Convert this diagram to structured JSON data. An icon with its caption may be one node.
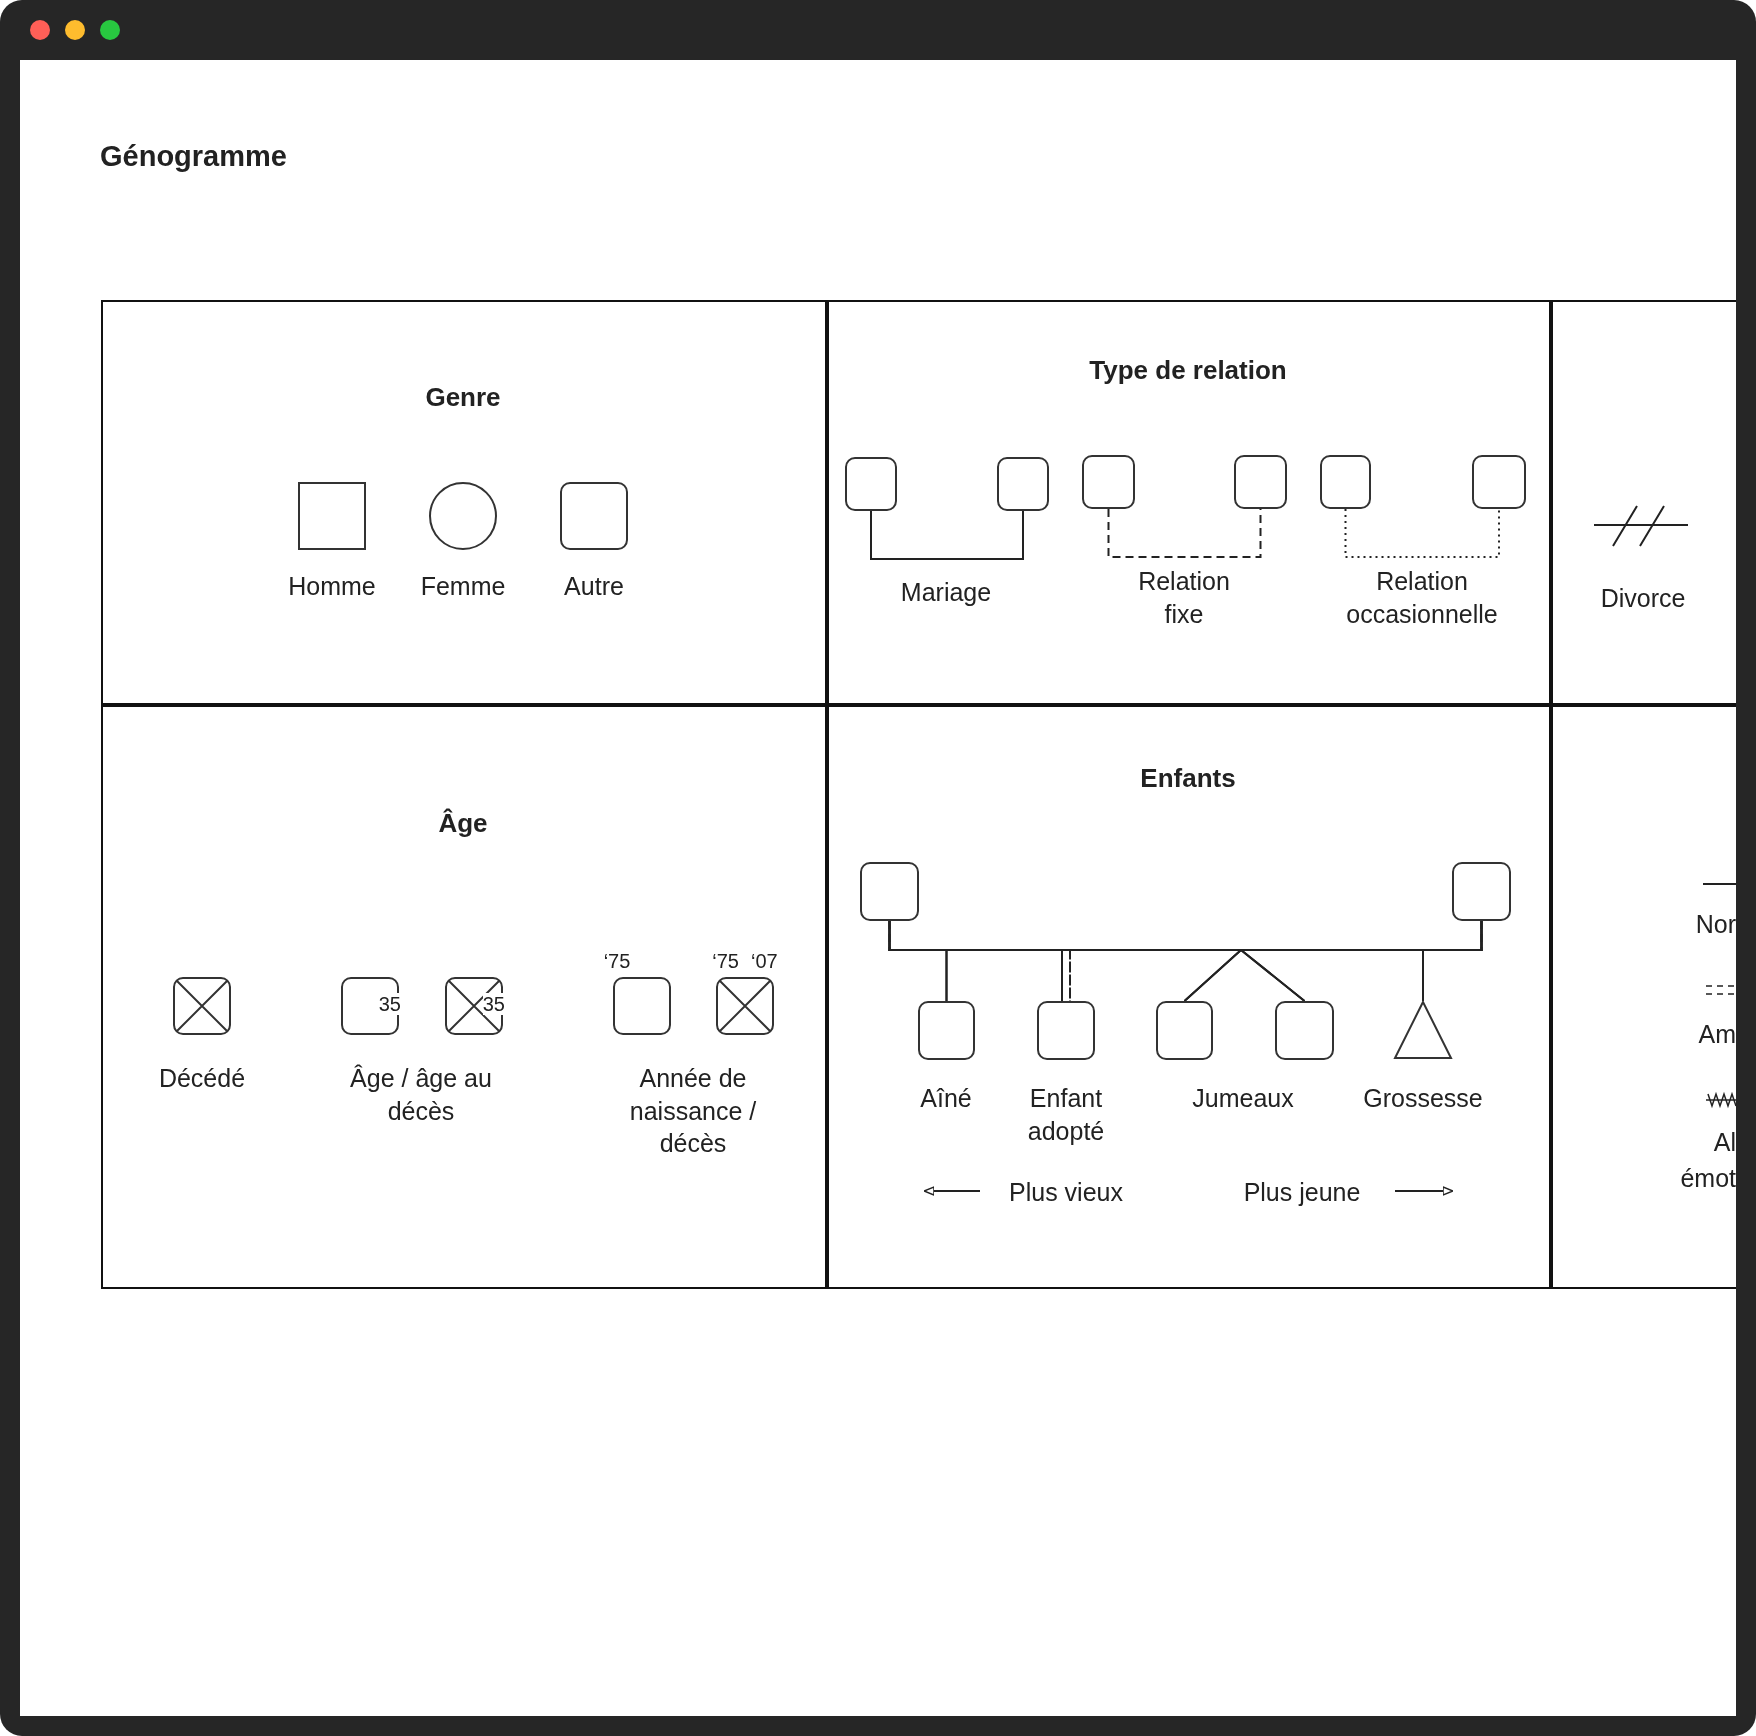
{
  "diagram": {
    "title": "Génogramme",
    "nodes": [
      {
        "text": [
          "Genre"
        ]
      },
      {
        "text": [],
        "shape": "box",
        "in": 0,
        "beside": [
          "Homme"
        ]
      },
      {
        "text": [],
        "shape": "circle",
        "in": 0,
        "beside": [
          "Femme"
        ]
      },
      {
        "text": [],
        "shape": "box",
        "in": 0,
        "beside": [
          "Autre"
        ]
      },
      {
        "text": [
          "Type de relation"
        ]
      },
      {
        "text": [],
        "shape": "box",
        "in": 4
      },
      {
        "text": [],
        "shape": "box",
        "in": 4
      },
      {
        "text": [],
        "shape": "box",
        "in": 4
      },
      {
        "text": [],
        "shape": "box",
        "in": 4
      },
      {
        "text": [],
        "shape": "box",
        "in": 4
      },
      {
        "text": [],
        "shape": "box",
        "in": 4
      },
      {
        "text": [
          "Âge"
        ]
      },
      {
        "text": [],
        "shape": "box",
        "in": 11,
        "beside": [
          "Décédé"
        ]
      },
      {
        "text": [
          "35"
        ],
        "in": 11
      },
      {
        "text": [
          "35"
        ],
        "in": 11
      },
      {
        "text": [],
        "shape": "box",
        "in": 11,
        "beside": [
          "‘75"
        ]
      },
      {
        "text": [],
        "shape": "box",
        "in": 11,
        "beside": [
          "‘75",
          "‘07"
        ]
      },
      {
        "text": [
          "Enfants"
        ]
      },
      {
        "text": [],
        "shape": "box",
        "in": 17
      },
      {
        "text": [],
        "shape": "box",
        "in": 17
      },
      {
        "text": [],
        "shape": "box",
        "in": 17,
        "beside": [
          "Aîné"
        ]
      },
      {
        "text": [],
        "shape": "box",
        "in": 17,
        "beside": [
          "Enfant adopté"
        ]
      },
      {
        "text": [],
        "shape": "box",
        "in": 17
      },
      {
        "text": [],
        "shape": "box",
        "in": 17
      },
      {
        "text": [],
        "shape": "triangle",
        "in": 17,
        "beside": [
          "Grossesse"
        ]
      }
    ],
    "edges": [
      {
        "from": 5,
        "to": 6,
        "arrow": "none"
      },
      {
        "from": 7,
        "to": 8,
        "arrow": "none",
        "style": "dashed"
      },
      {
        "from": 9,
        "to": 10,
        "arrow": "none",
        "style": "dashed"
      },
      {
        "from": 18,
        "to": 20,
        "arrow": "none"
      },
      {
        "from": 18,
        "to": 21,
        "arrow": "none",
        "style": "dashed"
      },
      {
        "from": 18,
        "to": 22,
        "arrow": "none"
      },
      {
        "from": 18,
        "to": 23,
        "arrow": "none"
      },
      {
        "from": 18,
        "to": 24,
        "arrow": "none"
      },
      {
        "from": 19,
        "to": 20,
        "arrow": "none"
      },
      {
        "from": 19,
        "to": 21,
        "arrow": "none",
        "style": "dashed"
      },
      {
        "from": 19,
        "to": 22,
        "arrow": "none"
      },
      {
        "from": 19,
        "to": 23,
        "arrow": "none"
      },
      {
        "from": 19,
        "to": 24,
        "arrow": "none"
      }
    ],
    "labels": [
      "Mariage",
      "Relation fixe",
      "Relation occasionnelle",
      "Divorce",
      "Âge / âge au décès",
      "Année de naissance / décès",
      "Jumeaux",
      "Plus vieux",
      "Plus jeune",
      "Nor",
      "Am",
      "Al émot"
    ]
  }
}
